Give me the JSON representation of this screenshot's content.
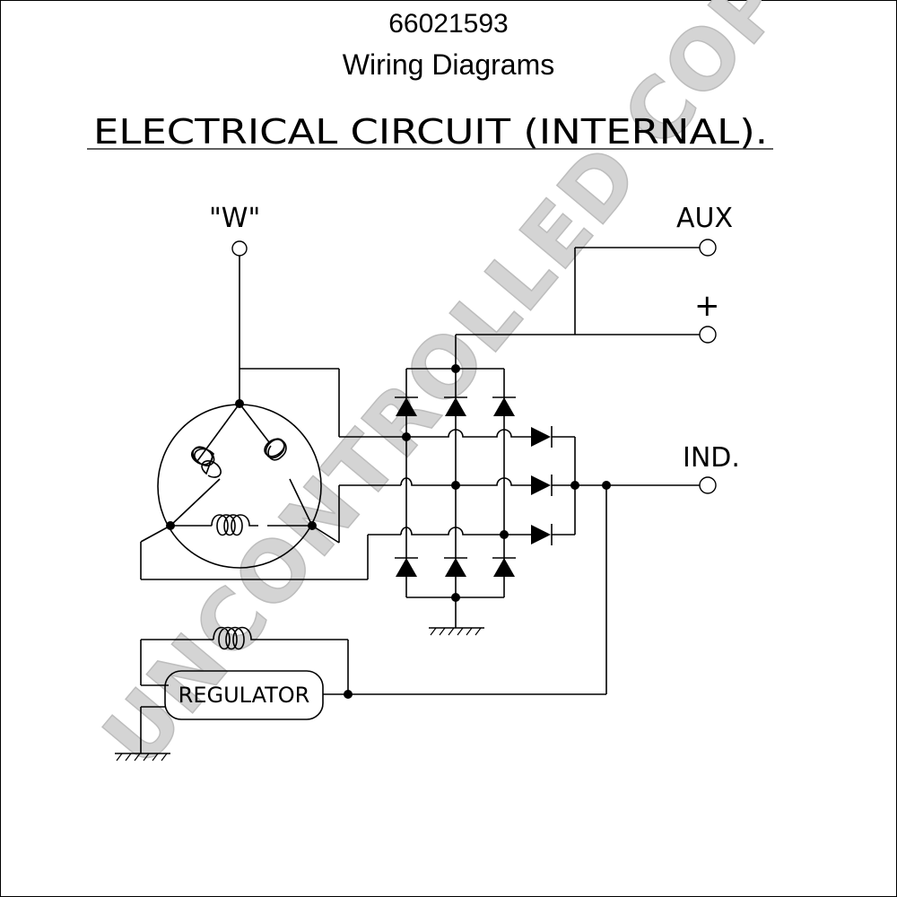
{
  "header": {
    "part_number": "66021593",
    "document_title": "Wiring Diagrams"
  },
  "diagram": {
    "heading": "ELECTRICAL CIRCUIT (INTERNAL).",
    "terminals": {
      "w_label": "\"W\"",
      "aux_label": "AUX",
      "plus_label": "+",
      "ind_label": "IND."
    },
    "regulator_label": "REGULATOR"
  },
  "watermark": {
    "text": "UNCONTROLLED COPY"
  }
}
